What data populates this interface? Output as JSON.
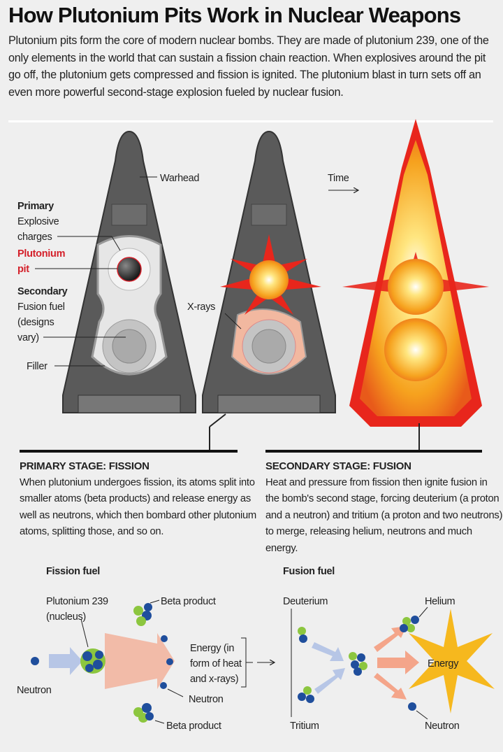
{
  "title": "How Plutonium Pits Work in Nuclear Weapons",
  "intro": "Plutonium pits form the core of modern nuclear bombs. They are made of plutonium 239, one of the only elements in the world that can sustain a fission chain reaction. When explosives around the pit go off, the plutonium gets compressed and fission is ignited. The plutonium blast in turn sets off an even more powerful second-stage explosion fueled by nuclear fusion.",
  "warhead_labels": {
    "warhead": "Warhead",
    "primary": "Primary",
    "explosive_1": "Explosive",
    "explosive_2": "charges",
    "pit_1": "Plutonium",
    "pit_2": "pit",
    "secondary": "Secondary",
    "fusion_1": "Fusion fuel",
    "fusion_2": "(designs",
    "fusion_3": "vary)",
    "filler": "Filler",
    "xrays": "X-rays",
    "time": "Time"
  },
  "primary_stage": {
    "heading": "PRIMARY STAGE: FISSION",
    "body": "When plutonium undergoes fission, its atoms split into smaller atoms (beta products) and release energy as well as neutrons, which then bombard other plutonium atoms, splitting those, and so on."
  },
  "secondary_stage": {
    "heading": "SECONDARY STAGE: FUSION",
    "body": "Heat and pressure from fission then ignite fusion in the bomb's second stage, forcing deuterium (a proton and a neutron) and tritium (a proton and two neutrons) to merge, releasing helium, neutrons and much energy."
  },
  "fission": {
    "heading": "Fission fuel",
    "pu_1": "Plutonium 239",
    "pu_2": "(nucleus)",
    "beta_top": "Beta product",
    "beta_bottom": "Beta product",
    "energy_1": "Energy (in",
    "energy_2": "form of heat",
    "energy_3": "and x-rays)",
    "neutron_out": "Neutron",
    "neutron_in": "Neutron"
  },
  "fusion": {
    "heading": "Fusion fuel",
    "deuterium": "Deuterium",
    "tritium": "Tritium",
    "helium": "Helium",
    "energy": "Energy",
    "neutron": "Neutron"
  },
  "colors": {
    "background": "#efefef",
    "accent_red": "#d4202a",
    "casing": "#5a5a5a",
    "fire": "#f6a21e",
    "proton": "#8cc63f",
    "neutron": "#1f4e9c"
  }
}
